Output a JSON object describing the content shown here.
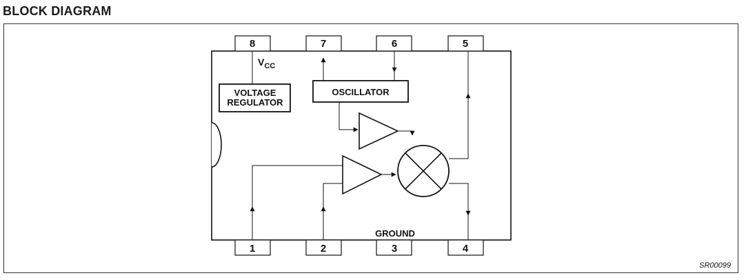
{
  "title": "BLOCK DIAGRAM",
  "pins": {
    "p1": "1",
    "p2": "2",
    "p3": "3",
    "p4": "4",
    "p5": "5",
    "p6": "6",
    "p7": "7",
    "p8": "8"
  },
  "labels": {
    "vcc_main": "V",
    "vcc_sub": "CC",
    "voltage_regulator_line1": "VOLTAGE",
    "voltage_regulator_line2": "REGULATOR",
    "oscillator": "OSCILLATOR",
    "ground": "GROUND"
  },
  "reference": "SR00099"
}
